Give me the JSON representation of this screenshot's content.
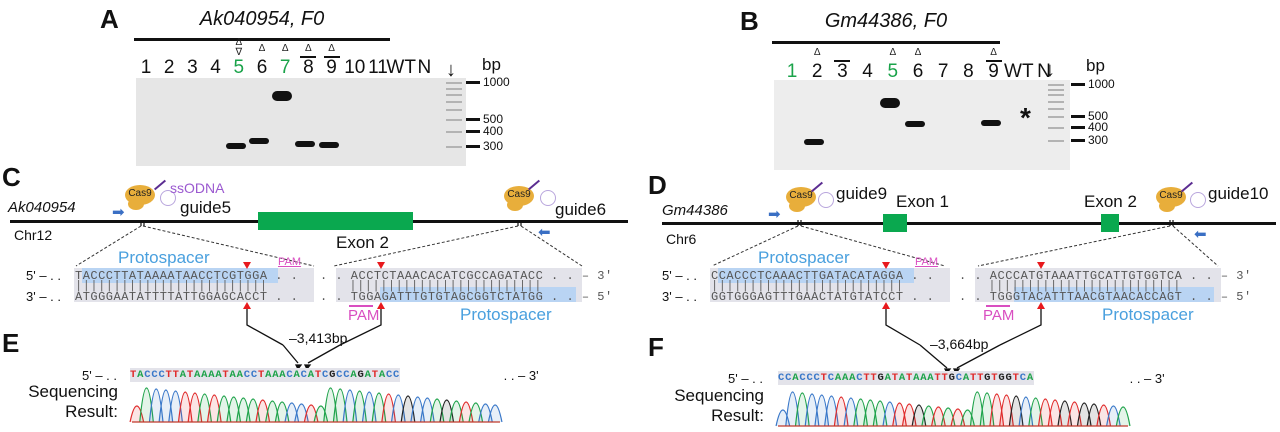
{
  "panels": {
    "A": {
      "letter": "A",
      "title": "Ak040954, F0",
      "lanes": [
        {
          "label": "1",
          "color": "black",
          "mark": ""
        },
        {
          "label": "2",
          "color": "black",
          "mark": ""
        },
        {
          "label": "3",
          "color": "black",
          "mark": ""
        },
        {
          "label": "4",
          "color": "black",
          "mark": ""
        },
        {
          "label": "5",
          "color": "green",
          "mark": "Δ∇"
        },
        {
          "label": "6",
          "color": "black",
          "mark": "Δ"
        },
        {
          "label": "7",
          "color": "green",
          "mark": "Δ"
        },
        {
          "label": "8",
          "color": "black",
          "mark": "Δ",
          "overbar": true
        },
        {
          "label": "9",
          "color": "black",
          "mark": "Δ",
          "overbar": true
        },
        {
          "label": "10",
          "color": "black",
          "mark": ""
        },
        {
          "label": "11",
          "color": "black",
          "mark": ""
        },
        {
          "label": "WT",
          "color": "black",
          "mark": ""
        },
        {
          "label": "N",
          "color": "black",
          "mark": ""
        }
      ],
      "ladder_symbol": "🡓",
      "bp_header": "bp",
      "bp_markers": [
        "1000",
        "500",
        "400",
        "300"
      ],
      "bands_bp": {
        "5": 300,
        "6": 330,
        "7": 800,
        "8": 310,
        "9": 305
      }
    },
    "B": {
      "letter": "B",
      "title": "Gm44386, F0",
      "lanes": [
        {
          "label": "1",
          "color": "green",
          "mark": ""
        },
        {
          "label": "2",
          "color": "black",
          "mark": "Δ"
        },
        {
          "label": "3",
          "color": "black",
          "mark": "",
          "overbar": true
        },
        {
          "label": "4",
          "color": "black",
          "mark": ""
        },
        {
          "label": "5",
          "color": "green",
          "mark": "Δ"
        },
        {
          "label": "6",
          "color": "black",
          "mark": "Δ"
        },
        {
          "label": "7",
          "color": "black",
          "mark": ""
        },
        {
          "label": "8",
          "color": "black",
          "mark": ""
        },
        {
          "label": "9",
          "color": "black",
          "mark": "Δ",
          "overbar": true
        },
        {
          "label": "WT",
          "color": "black",
          "mark": ""
        },
        {
          "label": "N",
          "color": "black",
          "mark": ""
        }
      ],
      "bp_header": "bp",
      "bp_markers": [
        "1000",
        "500",
        "400",
        "300"
      ],
      "asterisk": "*",
      "bands_bp": {
        "2": 290,
        "5": 700,
        "6": 420,
        "9": 430
      }
    },
    "C": {
      "letter": "C",
      "gene": "Ak040954",
      "chromosome": "Chr12",
      "exon_label": "Exon 2",
      "cas9_label": "Cas9",
      "ssodna_label": "ssODNA",
      "guide_left": "guide5",
      "guide_right": "guide6",
      "left_seq": {
        "top_prefix": "5' – . . ",
        "top": "TACCCTTATAAAATAACCTCGTGGA . .",
        "bottom_prefix": "3' – . . ",
        "bottom": "ATGGGAATATTTTATTGGAGCACCT . .",
        "protospacer_label": "Protospacer",
        "pam_label": "PAM"
      },
      "right_seq": {
        "top": ". . ACCTCTAAACACATCGCCAGATACC . . – 3'",
        "bottom": ". . TGGAGATTTGTGTAGCGGTCTATGG . . – 5'",
        "protospacer_label": "Protospacer",
        "pam_label": "PAM"
      },
      "deletion_label": "–3,413bp"
    },
    "D": {
      "letter": "D",
      "gene": "Gm44386",
      "chromosome": "Chr6",
      "exon1_label": "Exon 1",
      "exon2_label": "Exon 2",
      "cas9_label": "Cas9",
      "guide_left": "guide9",
      "guide_right": "guide10",
      "left_seq": {
        "top_prefix": "5' – . . ",
        "top": "CCACCCTCAAACTTGATACATAGGA . .",
        "bottom_prefix": "3' – . . ",
        "bottom": "GGTGGGAGTTTGAACTATGTATCCT . .",
        "protospacer_label": "Protospacer",
        "pam_label": "PAM"
      },
      "right_seq": {
        "top": ". . ACCCATGTAAATTGCATTGTGGTCA . . – 3'",
        "bottom": ". . TGGGTACATTTAACGTAACACCAGT . . – 5'",
        "protospacer_label": "Protospacer",
        "pam_label": "PAM"
      },
      "deletion_label": "–3,664bp"
    },
    "E": {
      "letter": "E",
      "prefix": "5' – . . ",
      "sequence": "TACCCTTATAAAATAACCTAAACACATCGCCAGATACC",
      "suffix": " . . – 3'",
      "result_label_1": "Sequencing",
      "result_label_2": "Result:"
    },
    "F": {
      "letter": "F",
      "prefix": "5' – . . ",
      "sequence": "CCACCCTCAAACTTGATATAAATTGCATTGTGGTCA",
      "suffix": " . . – 3'",
      "result_label_1": "Sequencing",
      "result_label_2": "Result:"
    }
  },
  "colors": {
    "exon": "#0aa84f",
    "green_lane": "#1aa34a",
    "protospacer": "#4aa0de",
    "pam": "#d94fc1",
    "cut_site": "#e8191d",
    "primer": "#3a6fc4",
    "base_A": "#1ea34a",
    "base_C": "#3a78c9",
    "base_G": "#222222",
    "base_T": "#e02b2b"
  }
}
